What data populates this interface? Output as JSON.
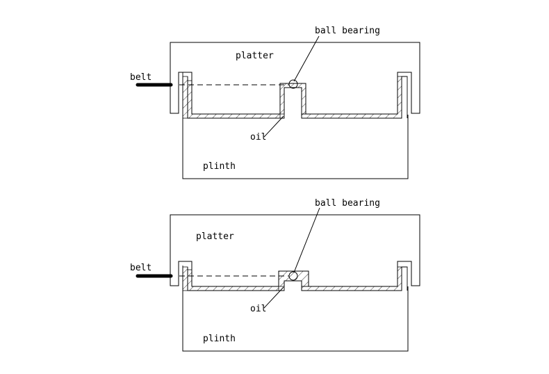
{
  "diagrams": [
    {
      "id": "upper",
      "labels": {
        "platter": "platter",
        "plinth": "plinth",
        "belt": "belt",
        "ball_bearing": "ball bearing",
        "oil": "oil"
      }
    },
    {
      "id": "lower",
      "labels": {
        "platter": "platter",
        "plinth": "plinth",
        "belt": "belt",
        "ball_bearing": "ball bearing",
        "oil": "oil"
      }
    }
  ]
}
